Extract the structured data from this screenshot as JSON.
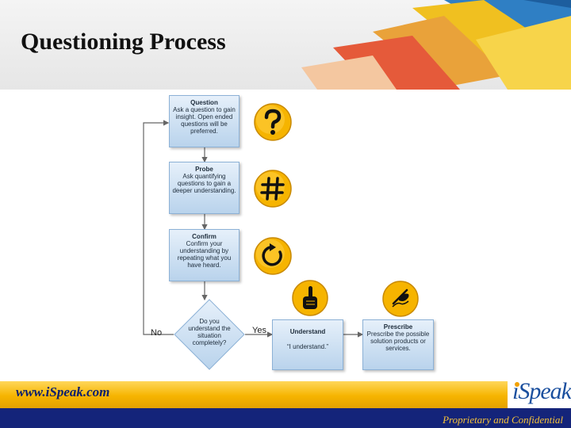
{
  "slide": {
    "title": "Questioning Process"
  },
  "diagram": {
    "steps": [
      {
        "title": "Question",
        "body": "Ask a question to gain insight. Open ended questions will be preferred."
      },
      {
        "title": "Probe",
        "body": "Ask quantifying questions to gain a deeper understanding."
      },
      {
        "title": "Confirm",
        "body": "Confirm your understanding by repeating what you have heard."
      }
    ],
    "decision": "Do you understand the situation completely?",
    "no_label": "No",
    "yes_label": "Yes",
    "understand": {
      "title": "Understand",
      "body": "“I understand.”"
    },
    "prescribe": {
      "title": "Prescribe",
      "body": "Prescribe the possible solution products or services."
    },
    "icons": [
      "question-mark-icon",
      "hash-icon",
      "refresh-icon",
      "pointing-hand-icon",
      "writing-hand-icon"
    ],
    "colors": {
      "box_fill": "#cfe0f3",
      "box_border": "#8cb1d6",
      "icon_fill": "#f6b400",
      "line": "#666666"
    }
  },
  "footer": {
    "url": "www.iSpeak.com",
    "logo": "iSpeak",
    "confidential": "Proprietary and Confidential",
    "colors": {
      "strip": "#f6b400",
      "band": "#14247a",
      "text": "#f5c23a"
    }
  }
}
